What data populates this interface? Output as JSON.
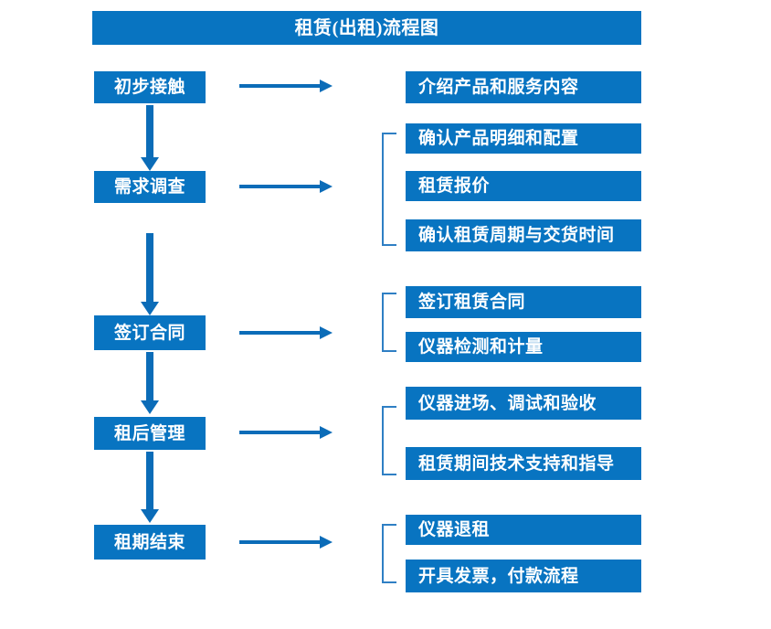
{
  "title": {
    "text": "租赁(出租)流程图"
  },
  "colors": {
    "box_blue": "#0874c1",
    "arrow_blue": "#0b6cb8",
    "bracket_blue": "#2f7fc4",
    "text_white": "#ffffff",
    "background": "#ffffff"
  },
  "chart_data": {
    "type": "diagram",
    "title": "租赁(出租)流程图",
    "stages": [
      {
        "label": "初步接触",
        "details": [
          "介绍产品和服务内容"
        ],
        "bracket": false
      },
      {
        "label": "需求调查",
        "details": [
          "确认产品明细和配置",
          "租赁报价",
          "确认租赁周期与交货时间"
        ],
        "bracket": true
      },
      {
        "label": "签订合同",
        "details": [
          "签订租赁合同",
          "仪器检测和计量"
        ],
        "bracket": true
      },
      {
        "label": "租后管理",
        "details": [
          "仪器进场、调试和验收",
          "租赁期间技术支持和指导"
        ],
        "bracket": true
      },
      {
        "label": "租期结束",
        "details": [
          "仪器退租",
          "开具发票，付款流程"
        ],
        "bracket": true
      }
    ]
  },
  "stages": [
    {
      "label": "初步接触"
    },
    {
      "label": "需求调查"
    },
    {
      "label": "签订合同"
    },
    {
      "label": "租后管理"
    },
    {
      "label": "租期结束"
    }
  ],
  "details": {
    "g1": [
      "介绍产品和服务内容"
    ],
    "g2": [
      "确认产品明细和配置",
      "租赁报价",
      "确认租赁周期与交货时间"
    ],
    "g3": [
      "签订租赁合同",
      "仪器检测和计量"
    ],
    "g4": [
      "仪器进场、调试和验收",
      "租赁期间技术支持和指导"
    ],
    "g5": [
      "仪器退租",
      "开具发票，付款流程"
    ]
  }
}
